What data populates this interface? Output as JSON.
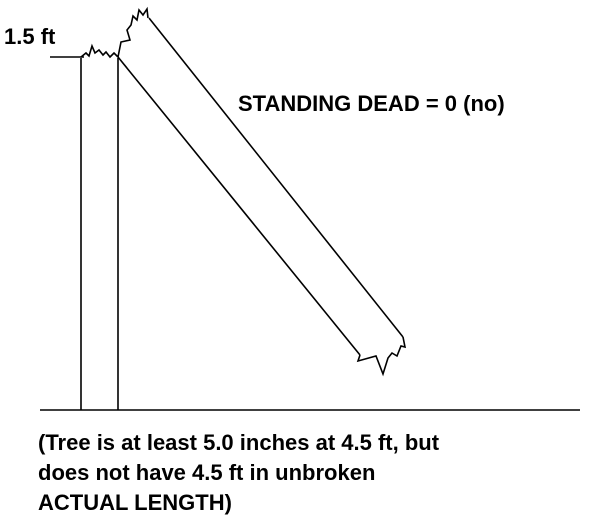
{
  "diagram": {
    "height_label": "1.5 ft",
    "status_label": "STANDING DEAD = 0 (no)",
    "caption_lines": [
      "(Tree is at least 5.0 inches at 4.5 ft, but",
      "does not have 4.5 ft in unbroken",
      "ACTUAL LENGTH)"
    ],
    "colors": {
      "ink": "#000000",
      "background": "#ffffff"
    }
  }
}
